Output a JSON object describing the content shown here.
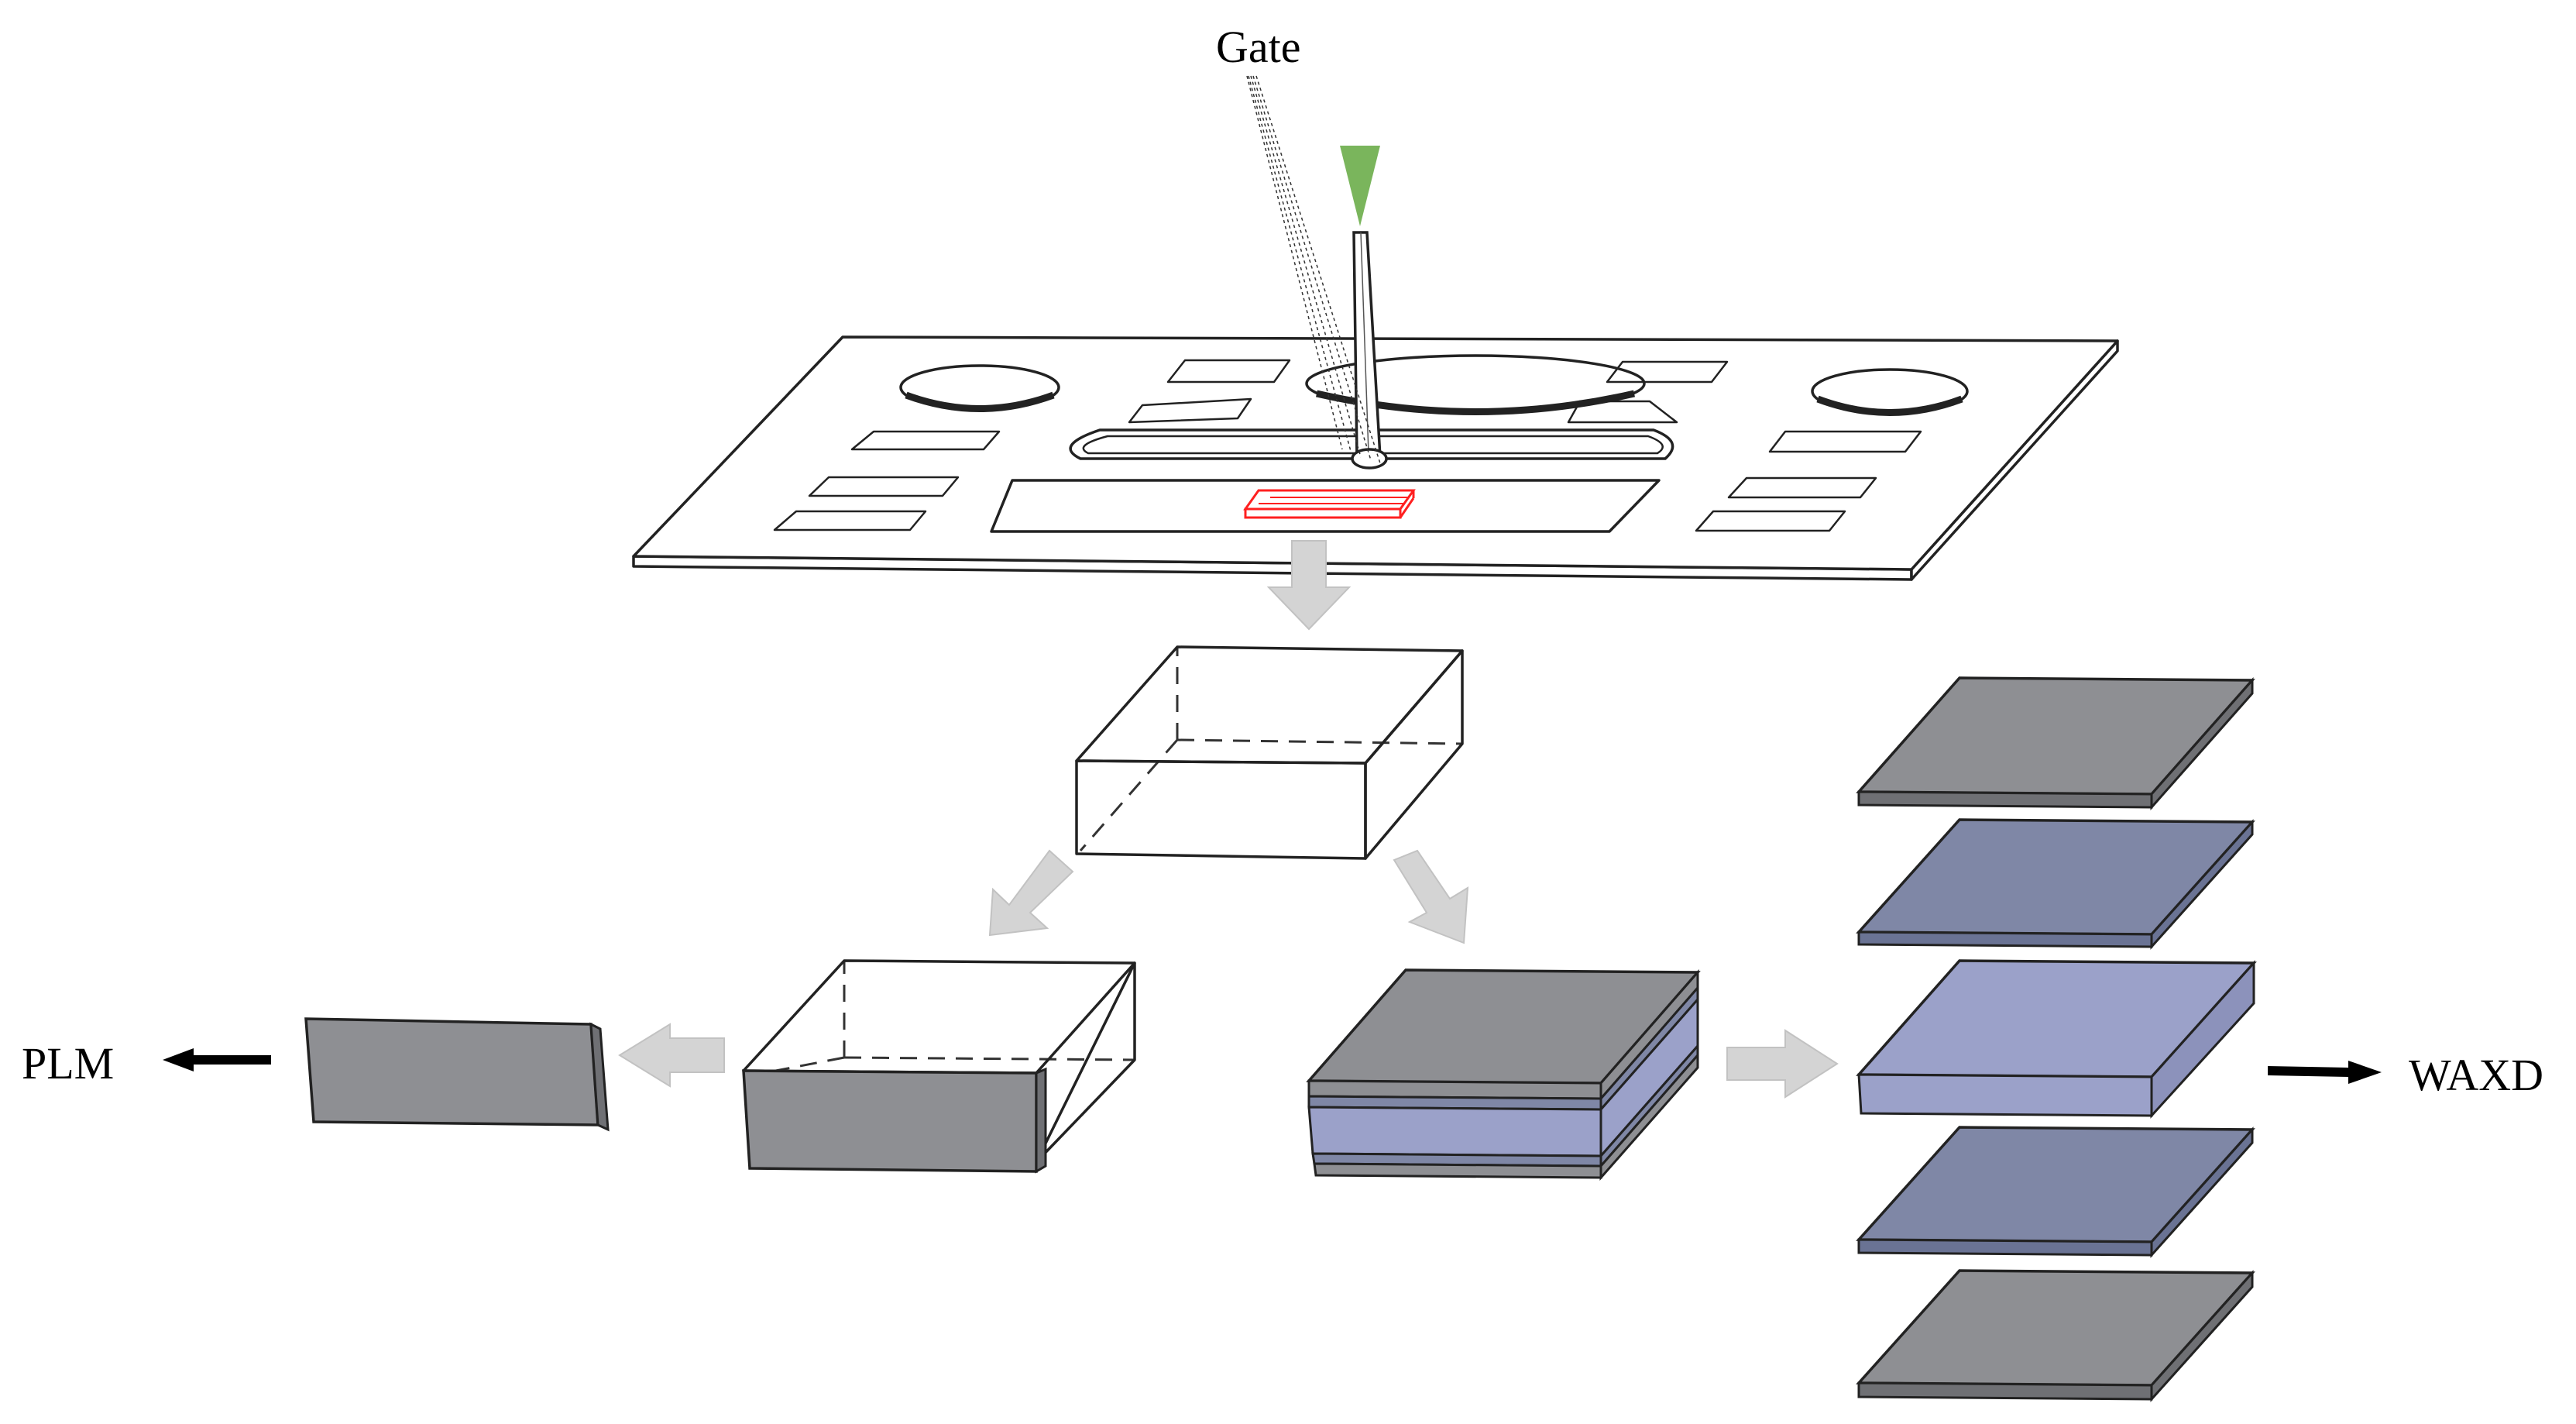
{
  "labels": {
    "gate": "Gate",
    "plm": "PLM",
    "waxd": "WAXD"
  },
  "colors": {
    "gate_marker": "#7ab55c",
    "sample_highlight": "#ff2020",
    "skin_layer": "#8e8f93",
    "shear_layer": "#7f87a6",
    "core_layer": "#9ba1c9",
    "flow_arrow": "#d4d4d4"
  }
}
